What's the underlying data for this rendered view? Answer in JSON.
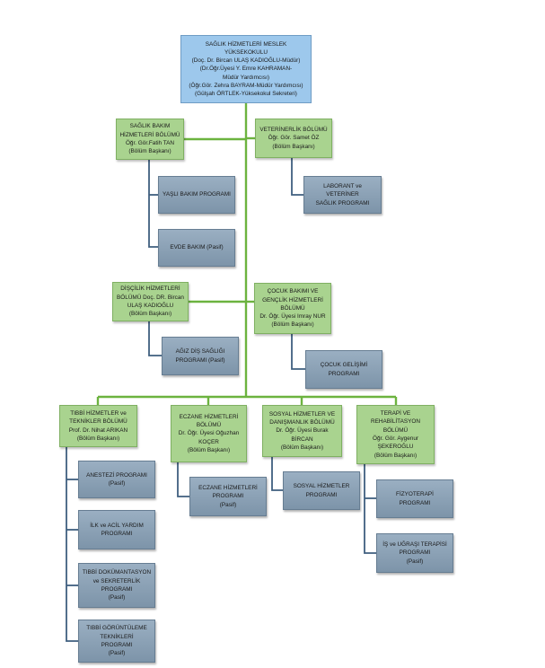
{
  "colors": {
    "green_line": "#6cb33f",
    "blue_line": "#3f5f7f",
    "top_fill": "#9dc8ec",
    "dept_fill": "#a9d38f",
    "prog_fill": "#8aa0b4"
  },
  "top": {
    "lines": [
      "SAĞLIK HİZMETLERİ MESLEK YÜKSEKOKULU",
      "(Doç. Dr. Bircan ULAŞ KADIOĞLU-Müdür)",
      "(Dr.Öğr.Üyesi Y.  Emre KAHRAMAN-",
      "Müdür Yardımcısı)",
      "(Öğr.Gör. Zehra BAYRAM-Müdür Yardımcısı)",
      "(Gülşah ÖRTLEK-Yüksekokul Sekreteri)"
    ]
  },
  "departments": {
    "saglik_bakim": {
      "lines": [
        "SAĞLIK BAKIM",
        "HİZMETLERİ BÖLÜMÜ",
        "Öğr. Gör.Fatih TAN",
        "(Bölüm Başkanı)"
      ]
    },
    "veterinerlik": {
      "lines": [
        "VETERİNERLİK BÖLÜMÜ",
        "Öğr. Gör. Samet ÖZ",
        "(Bölüm Başkanı)"
      ]
    },
    "discilik": {
      "lines": [
        "DİŞÇİLİK HİZMETLERİ",
        "BÖLÜMÜ Doç. DR. Bircan",
        "ULAŞ KADIOĞLU",
        "(Bölüm Başkanı)"
      ]
    },
    "cocuk_bakimi": {
      "lines": [
        "ÇOCUK BAKIMI VE",
        "GENÇLİK HİZMETLERİ",
        "BÖLÜMÜ",
        "Dr. Öğr. Üyesi Imray NUR",
        "(Bölüm Başkanı)"
      ]
    },
    "tibbi_hizmetler": {
      "lines": [
        "TIBBİ HİZMETLER ve",
        "TEKNİKLER BÖLÜMÜ",
        "Prof. Dr. Nihat ARIKAN",
        "(Bölüm Başkanı)"
      ]
    },
    "eczane": {
      "lines": [
        "ECZANE HİZMETLERİ",
        "BÖLÜMÜ",
        "Dr. Öğr. Üyesi Oğuzhan",
        "KOÇER",
        "(Bölüm Başkanı)"
      ]
    },
    "sosyal": {
      "lines": [
        "SOSYAL HİZMETLER VE",
        "DANIŞMANLIK BÖLÜMÜ",
        "Dr. Öğr. Üyesi Burak",
        "BİRCAN",
        "(Bölüm Başkanı)"
      ]
    },
    "terapi": {
      "lines": [
        "TERAPİ VE",
        "REHABİLİTASYON",
        "BÖLÜMÜ",
        "Öğr. Gör. Aygenur",
        "ŞEKEROĞLU",
        "(Bölüm Başkanı)"
      ]
    }
  },
  "programs": {
    "yasli_bakim": {
      "lines": [
        "YAŞLI BAKIM PROGRAMI"
      ]
    },
    "evde_bakim": {
      "lines": [
        "EVDE BAKIM (Pasif)"
      ]
    },
    "laborant": {
      "lines": [
        "LABORANT ve VETERİNER",
        "SAĞLIK PROGRAMI"
      ]
    },
    "agiz_dis": {
      "lines": [
        "AĞIZ DİŞ SAĞLIĞI",
        "PROGRAMI (Pasif)"
      ]
    },
    "cocuk_gelisimi": {
      "lines": [
        "ÇOCUK GELİŞİMİ",
        "PROGRAMI"
      ]
    },
    "anestezi": {
      "lines": [
        "ANESTEZİ PROGRAMI",
        "(Pasif)"
      ]
    },
    "ilk_acil": {
      "lines": [
        "İLK ve ACİL YARDIM",
        "PROGRAMI"
      ]
    },
    "tibbi_dokumantasyon": {
      "lines": [
        "TIBBİ DOKÜMANTASYON",
        "ve SEKRETERLİK",
        "PROGRAMI",
        "(Pasif)"
      ]
    },
    "tibbi_goruntuleme": {
      "lines": [
        "TIBBİ GÖRÜNTÜLEME",
        "TEKNİKLERİ",
        "PROGRAMI",
        "(Pasif)"
      ]
    },
    "eczane_prog": {
      "lines": [
        "ECZANE HİZMETLERİ",
        "PROGRAMI",
        "(Pasif)"
      ]
    },
    "sosyal_prog": {
      "lines": [
        "SOSYAL HİZMETLER",
        "PROGRAMI"
      ]
    },
    "fizyoterapi": {
      "lines": [
        "FİZYOTERAPİ PROGRAMI"
      ]
    },
    "is_ugrasi": {
      "lines": [
        "İŞ ve UĞRAŞI TERAPİSİ",
        "PROGRAMI",
        "(Pasif)"
      ]
    }
  }
}
